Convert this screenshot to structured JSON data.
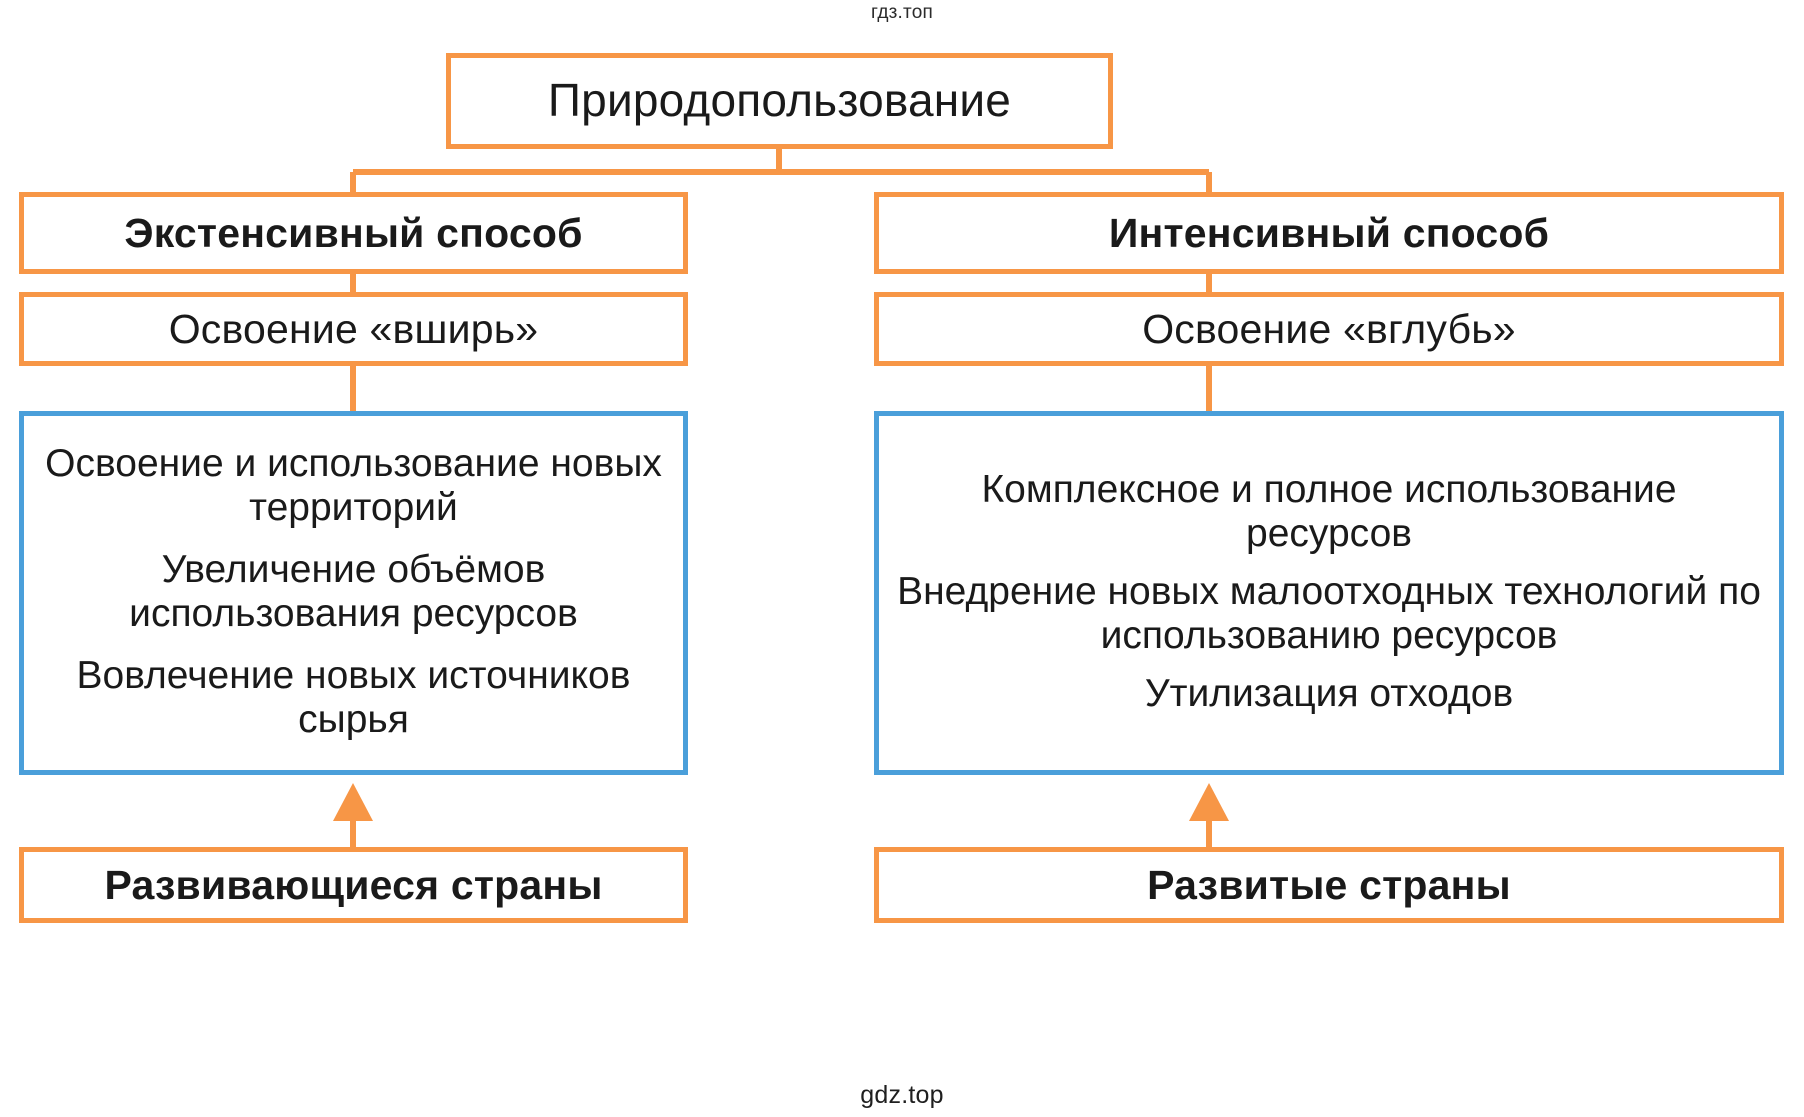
{
  "watermarks": {
    "top": "гдз.топ",
    "bottom": "gdz.top"
  },
  "colors": {
    "orange": "#F79646",
    "blue": "#4A9FDA",
    "text": "#1a1a1a",
    "background": "#ffffff"
  },
  "diagram": {
    "title": "Природопользование",
    "branches": [
      {
        "id": "extensive",
        "heading": "Экстенсивный способ",
        "subheading": "Освоение «вширь»",
        "details": [
          "Освоение и использование новых территорий",
          "Увеличение объёмов использования ресурсов",
          "Вовлечение новых источников сырья"
        ],
        "country": "Развивающиеся страны"
      },
      {
        "id": "intensive",
        "heading": "Интенсивный способ",
        "subheading": "Освоение «вглубь»",
        "details": [
          "Комплексное и полное использование ресурсов",
          "Внедрение новых малоотходных технологий по использованию ресурсов",
          "Утилизация отходов"
        ],
        "country": "Развитые страны"
      }
    ]
  }
}
